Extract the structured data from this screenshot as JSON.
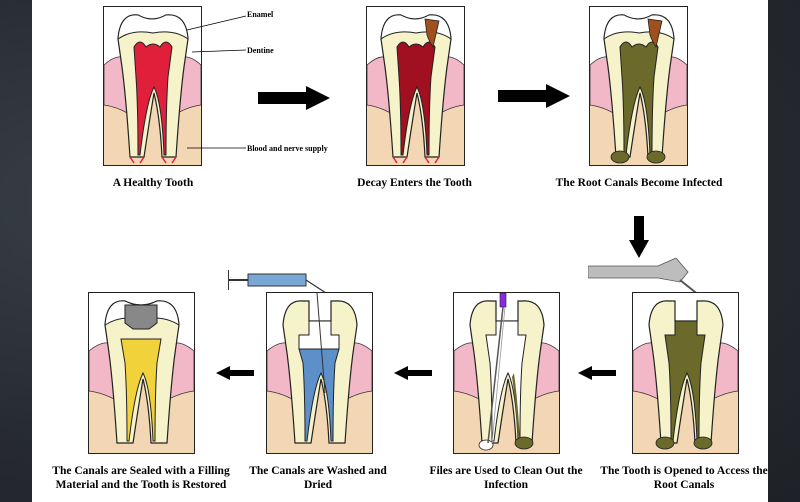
{
  "labels": {
    "enamel": "Enamel",
    "dentine": "Dentine",
    "blood_nerve": "Blood and nerve supply"
  },
  "stages": [
    {
      "id": "healthy",
      "caption": "A Healthy Tooth"
    },
    {
      "id": "decay",
      "caption": "Decay Enters the Tooth"
    },
    {
      "id": "infected",
      "caption": "The Root Canals Become Infected"
    },
    {
      "id": "opened",
      "caption": "The Tooth is Opened to Access the Root Canals"
    },
    {
      "id": "files",
      "caption": "Files are Used to Clean Out the Infection"
    },
    {
      "id": "washed",
      "caption": "The Canals are Washed and Dried"
    },
    {
      "id": "sealed",
      "caption": "The Canals are Sealed with a Filling Material and the Tooth is Restored"
    }
  ],
  "colors": {
    "gum": "#f2b8c8",
    "bone": "#f3d6b3",
    "enamel": "#ffffff",
    "dentine": "#f6f2c9",
    "pulp_healthy": "#e0203a",
    "pulp_decay": "#a01020",
    "decay": "#a0501e",
    "infection": "#6b6a2a",
    "rinse": "#5d8fc9",
    "filling": "#f2d23a",
    "crown_seal": "#888888"
  }
}
